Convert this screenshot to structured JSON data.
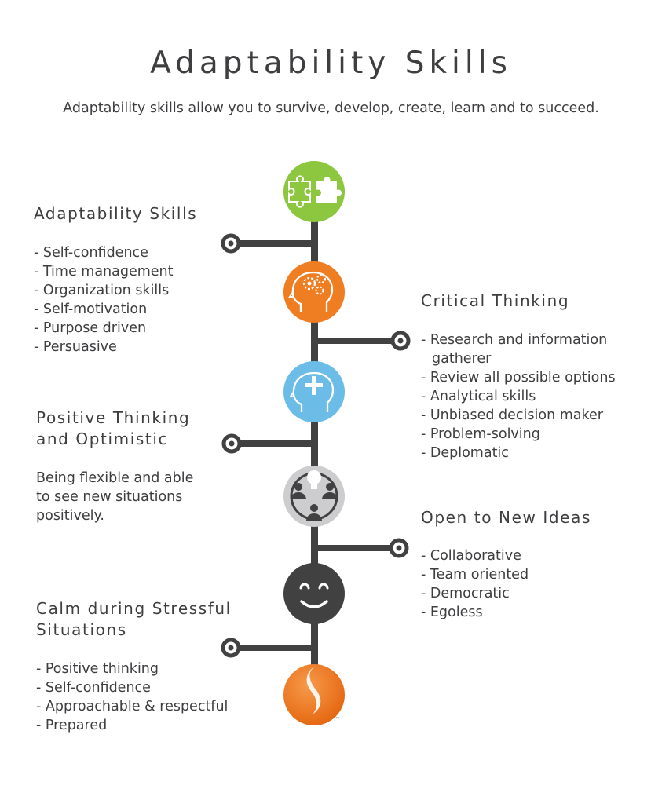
{
  "title": "Adaptability Skills",
  "subtitle": "Adaptability skills allow you to survive, develop, create, learn and to succeed.",
  "sections": {
    "adaptability": {
      "heading": "Adaptability Skills",
      "items": [
        "- Self-confidence",
        "- Time management",
        "- Organization skills",
        "- Self-motivation",
        "- Purpose driven",
        "- Persuasive"
      ]
    },
    "critical_thinking": {
      "heading": "Critical Thinking",
      "items": [
        "- Research and information",
        "gatherer",
        "- Review all possible options",
        "- Analytical skills",
        "- Unbiased decision maker",
        "- Problem-solving",
        "- Deplomatic"
      ]
    },
    "positive_thinking": {
      "heading_line1": "Positive Thinking",
      "heading_line2": "and Optimistic",
      "lines": [
        "Being flexible and able",
        "to see new situations",
        "positively."
      ]
    },
    "open_ideas": {
      "heading": "Open to New Ideas",
      "items": [
        "- Collaborative",
        "- Team oriented",
        "- Democratic",
        "- Egoless"
      ]
    },
    "calm": {
      "heading_line1": "Calm during Stressful",
      "heading_line2": "Situations",
      "items": [
        "- Positive thinking",
        "- Self-confidence",
        "- Approachable & respectful",
        "- Prepared"
      ]
    }
  },
  "icons": [
    "puzzle-icon",
    "gears-head-icon",
    "plus-head-icon",
    "people-network-icon",
    "smiley-face-icon",
    "logo-mark"
  ],
  "colors": {
    "green": "#8dc63f",
    "orange": "#ef7d22",
    "blue": "#6bbce6",
    "gray": "#cdcdcf",
    "dark": "#414142",
    "text": "#3e3e40"
  },
  "trademark": "™"
}
